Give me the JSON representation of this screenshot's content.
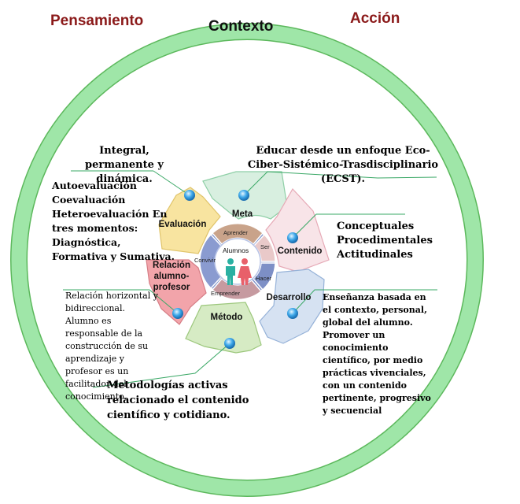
{
  "headers": {
    "left": "Pensamiento",
    "center": "Contexto",
    "right": "Acción"
  },
  "colors": {
    "ring": "#9fe6a8",
    "ring_border": "#5cb85c",
    "header_red": "#8b1a1a",
    "meta": "#d8efe0",
    "contenido": "#f8e4e8",
    "desarrollo": "#d6e2f2",
    "metodo": "#d6ebc4",
    "relacion": "#f2a4aa",
    "evaluacion": "#f8e4a0"
  },
  "segments": {
    "meta": "Meta",
    "contenido": "Contenido",
    "desarrollo": "Desarrollo",
    "metodo": "Método",
    "relacion": "Relación alumno-profesor",
    "evaluacion": "Evaluación"
  },
  "inner_ring": {
    "aprender": "Aprender",
    "ser": "Ser",
    "hacer": "Hacer",
    "emprender": "Emprender",
    "convivir": "Convivir",
    "center": "Alumnos"
  },
  "annotations": {
    "meta": "Educar desde un enfoque Eco-Ciber-Sistémico-Trasdisciplinario (ECST).",
    "evaluacion_title": "Integral, permanente y dinámica.",
    "evaluacion_list": "Autoevaluación Coevaluación Heteroevaluación En tres momentos: Diagnóstica, Formativa y Sumativa.",
    "contenido": "Conceptuales Procedimentales Actitudinales",
    "relacion": "Relación horizontal y bidireccional. Alumno es responsable de la construcción de su aprendizaje y profesor es un facilitador del conocimiento.",
    "desarrollo": "Enseñanza basada en el contexto, personal, global del alumno. Promover un conocimiento científico, por medio prácticas vivenciales, con un contenido pertinente, progresivo y secuencial",
    "metodo": "Metodologías activas relacionado el contenido científico y cotidiano."
  }
}
